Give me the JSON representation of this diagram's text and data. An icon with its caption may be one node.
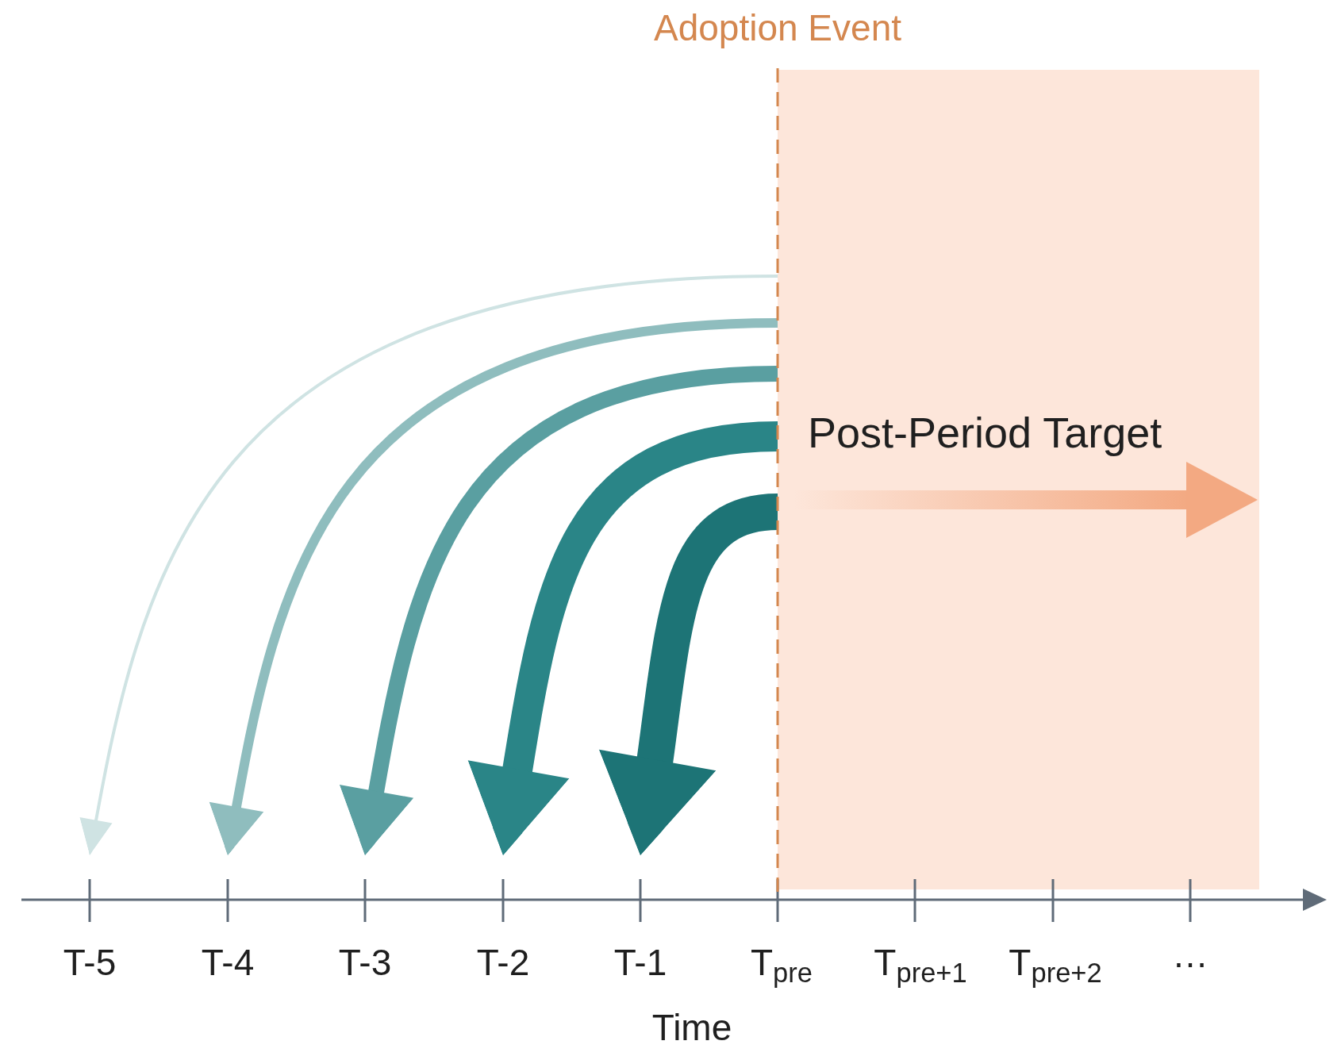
{
  "diagram": {
    "nodes": [
      {
        "text": [
          "Post-Period Target"
        ]
      },
      {
        "text": [
          "T-5"
        ]
      },
      {
        "text": [
          "T-4"
        ]
      },
      {
        "text": [
          "T-3"
        ]
      },
      {
        "text": [
          "T-2"
        ]
      },
      {
        "text": [
          "T-1"
        ]
      }
    ],
    "edges": [
      {
        "from": 0,
        "to": 1,
        "arrow": "to",
        "color": "#cfe3e3"
      },
      {
        "from": 0,
        "to": 2,
        "arrow": "to",
        "color": "#8fbdbe"
      },
      {
        "from": 0,
        "to": 3,
        "arrow": "to",
        "color": "#5a9fa1"
      },
      {
        "from": 0,
        "to": 4,
        "arrow": "to",
        "color": "#2a8587",
        "style": "thick"
      },
      {
        "from": 0,
        "to": 5,
        "arrow": "to",
        "color": "#1d7476",
        "style": "thick"
      }
    ],
    "labels": [
      "Adoption Event",
      "T$_{pre}$",
      "T$_{pre+1}$",
      "T$_{pre+2}$",
      "…",
      "Time"
    ]
  }
}
